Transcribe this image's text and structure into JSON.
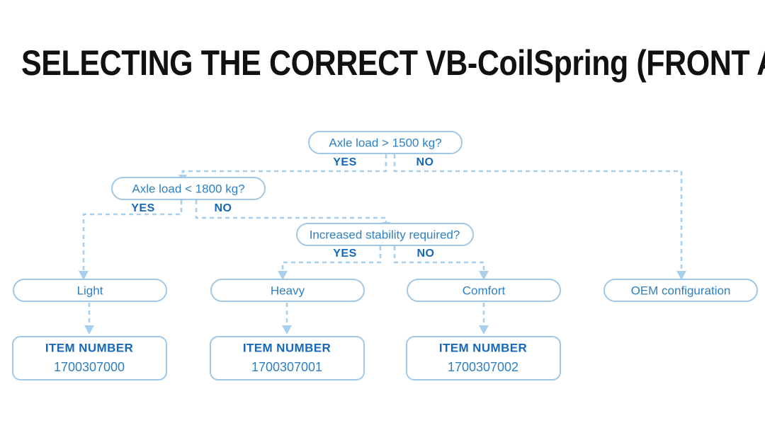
{
  "page": {
    "title": "SELECTING THE CORRECT VB-CoilSpring (FRONT AXLE)",
    "background_color": "#ffffff",
    "accent_color": "#1668b8",
    "line_color": "#a8cfec",
    "text_color": "#2f80c2",
    "title_color": "#111111"
  },
  "chart_data": {
    "type": "diagram",
    "title": "SELECTING THE CORRECT VB-CoilSpring (FRONT AXLE)",
    "diagram_kind": "decision-flowchart",
    "nodes": [
      {
        "id": "d1",
        "kind": "decision",
        "label": "Axle load > 1500 kg?"
      },
      {
        "id": "d2",
        "kind": "decision",
        "label": "Axle load < 1800 kg?"
      },
      {
        "id": "d3",
        "kind": "decision",
        "label": "Increased stability required?"
      },
      {
        "id": "r1",
        "kind": "result",
        "label": "Light"
      },
      {
        "id": "r2",
        "kind": "result",
        "label": "Heavy"
      },
      {
        "id": "r3",
        "kind": "result",
        "label": "Comfort"
      },
      {
        "id": "r4",
        "kind": "result",
        "label": "OEM configuration"
      },
      {
        "id": "i1",
        "kind": "item",
        "label": "ITEM NUMBER",
        "value": "1700307000"
      },
      {
        "id": "i2",
        "kind": "item",
        "label": "ITEM NUMBER",
        "value": "1700307001"
      },
      {
        "id": "i3",
        "kind": "item",
        "label": "ITEM NUMBER",
        "value": "1700307002"
      }
    ],
    "edges": [
      {
        "from": "d1",
        "to": "d2",
        "label": "YES"
      },
      {
        "from": "d1",
        "to": "r4",
        "label": "NO"
      },
      {
        "from": "d2",
        "to": "r1",
        "label": "YES"
      },
      {
        "from": "d2",
        "to": "d3",
        "label": "NO"
      },
      {
        "from": "d3",
        "to": "r2",
        "label": "YES"
      },
      {
        "from": "d3",
        "to": "r3",
        "label": "NO"
      },
      {
        "from": "r1",
        "to": "i1",
        "label": ""
      },
      {
        "from": "r2",
        "to": "i2",
        "label": ""
      },
      {
        "from": "r3",
        "to": "i3",
        "label": ""
      }
    ]
  },
  "decisions": {
    "d1": {
      "question": "Axle load > 1500 kg?",
      "yes": "YES",
      "no": "NO"
    },
    "d2": {
      "question": "Axle load < 1800 kg?",
      "yes": "YES",
      "no": "NO"
    },
    "d3": {
      "question": "Increased stability required?",
      "yes": "YES",
      "no": "NO"
    }
  },
  "results": {
    "light": "Light",
    "heavy": "Heavy",
    "comfort": "Comfort",
    "oem": "OEM configuration"
  },
  "items": {
    "light": {
      "label": "ITEM NUMBER",
      "number": "1700307000"
    },
    "heavy": {
      "label": "ITEM NUMBER",
      "number": "1700307001"
    },
    "comfort": {
      "label": "ITEM NUMBER",
      "number": "1700307002"
    }
  }
}
